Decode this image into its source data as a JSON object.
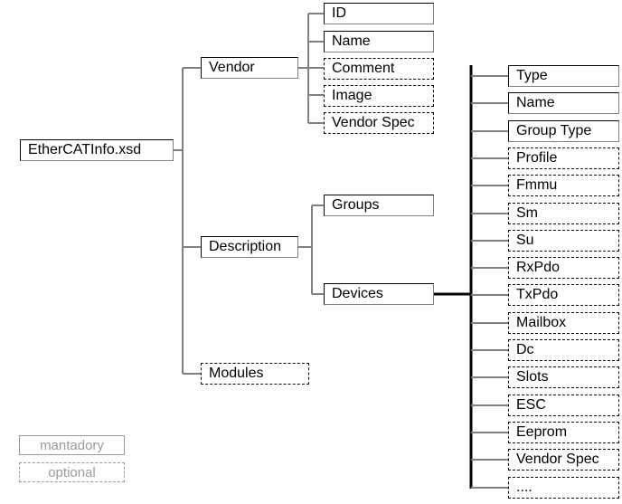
{
  "diagram": {
    "title": "EtherCATInfo.xsd",
    "root": {
      "label": "EtherCATInfo.xsd",
      "type": "mandatory"
    },
    "level1": [
      {
        "label": "Vendor",
        "type": "mandatory"
      },
      {
        "label": "Description",
        "type": "mandatory"
      },
      {
        "label": "Modules",
        "type": "optional"
      }
    ],
    "vendor_children": [
      {
        "label": "ID",
        "type": "mandatory"
      },
      {
        "label": "Name",
        "type": "mandatory"
      },
      {
        "label": "Comment",
        "type": "optional"
      },
      {
        "label": "Image",
        "type": "optional"
      },
      {
        "label": "Vendor Spec",
        "type": "optional"
      }
    ],
    "description_children": [
      {
        "label": "Groups",
        "type": "mandatory"
      },
      {
        "label": "Devices",
        "type": "mandatory"
      }
    ],
    "device_children": [
      {
        "label": "Type",
        "type": "mandatory"
      },
      {
        "label": "Name",
        "type": "mandatory"
      },
      {
        "label": "Group Type",
        "type": "mandatory"
      },
      {
        "label": "Profile",
        "type": "optional"
      },
      {
        "label": "Fmmu",
        "type": "optional"
      },
      {
        "label": "Sm",
        "type": "optional"
      },
      {
        "label": "Su",
        "type": "optional"
      },
      {
        "label": "RxPdo",
        "type": "optional"
      },
      {
        "label": "TxPdo",
        "type": "optional"
      },
      {
        "label": "Mailbox",
        "type": "optional"
      },
      {
        "label": "Dc",
        "type": "optional"
      },
      {
        "label": "Slots",
        "type": "optional"
      },
      {
        "label": "ESC",
        "type": "optional"
      },
      {
        "label": "Eeprom",
        "type": "optional"
      },
      {
        "label": "Vendor Spec",
        "type": "optional"
      },
      {
        "label": "....",
        "type": "optional"
      }
    ],
    "legend": [
      {
        "label": "mantadory",
        "type": "mandatory"
      },
      {
        "label": "optional",
        "type": "optional"
      }
    ],
    "colors": {
      "stroke": "#000000",
      "stroke_soft": "#808080",
      "legend_text": "#9a9a9a",
      "background": "#ffffff"
    }
  }
}
